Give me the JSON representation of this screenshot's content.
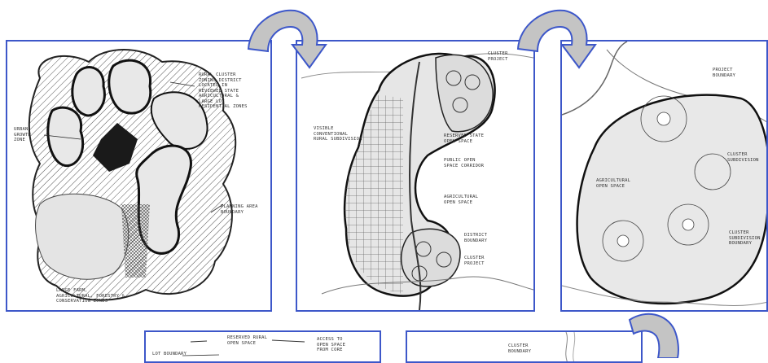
{
  "colors": {
    "border": "#3d57c9",
    "arrow_fill": "#c4c4c4",
    "arrow_stroke": "#3d57c9"
  },
  "panel1": {
    "label_top": "RURAL CLUSTER\nZONING DISTRICT\nLOCATED IN\nREVIEWED STATE\nAGRICULTURAL &\nLARGE LOT\nRESIDENTIAL ZONES",
    "label_left": "URBAN\nGROWTH\nZONE",
    "label_right": "PLANNING AREA\nBOUNDARY",
    "label_bottom": "LARGE FARM,\nAGRICULTURAL, FORESTRY &\nCONSERVATION ZONES"
  },
  "panel2": {
    "label_top": "CLUSTER\nPROJECT",
    "label_left": "VISIBLE\nCONVENTIONAL\nRURAL SUBDIVISION",
    "label_reserve": "RESERVED STATE\nOPEN SPACE",
    "label_public": "PUBLIC OPEN\nSPACE CORRIDOR",
    "label_ag": "AGRICULTURAL\nOPEN SPACE",
    "label_district": "DISTRICT\nBOUNDARY",
    "label_cluster": "CLUSTER\nPROJECT"
  },
  "panel3": {
    "label_top": "PROJECT\nBOUNDARY",
    "label_ag": "AGRICULTURAL\nOPEN SPACE",
    "label_cluster": "CLUSTER\nSUBDIVISION",
    "label_cluster2": "CLUSTER\nSUBDIVISION\nBOUNDARY"
  },
  "panel4": {
    "label_reserved": "RESERVED RURAL\nOPEN SPACE",
    "label_access": "ACCESS TO\nOPEN SPACE\nFROM CORE",
    "label_lot": "LOT BOUNDARY"
  },
  "panel5": {
    "label_cluster": "CLUSTER\nBOUNDARY"
  }
}
